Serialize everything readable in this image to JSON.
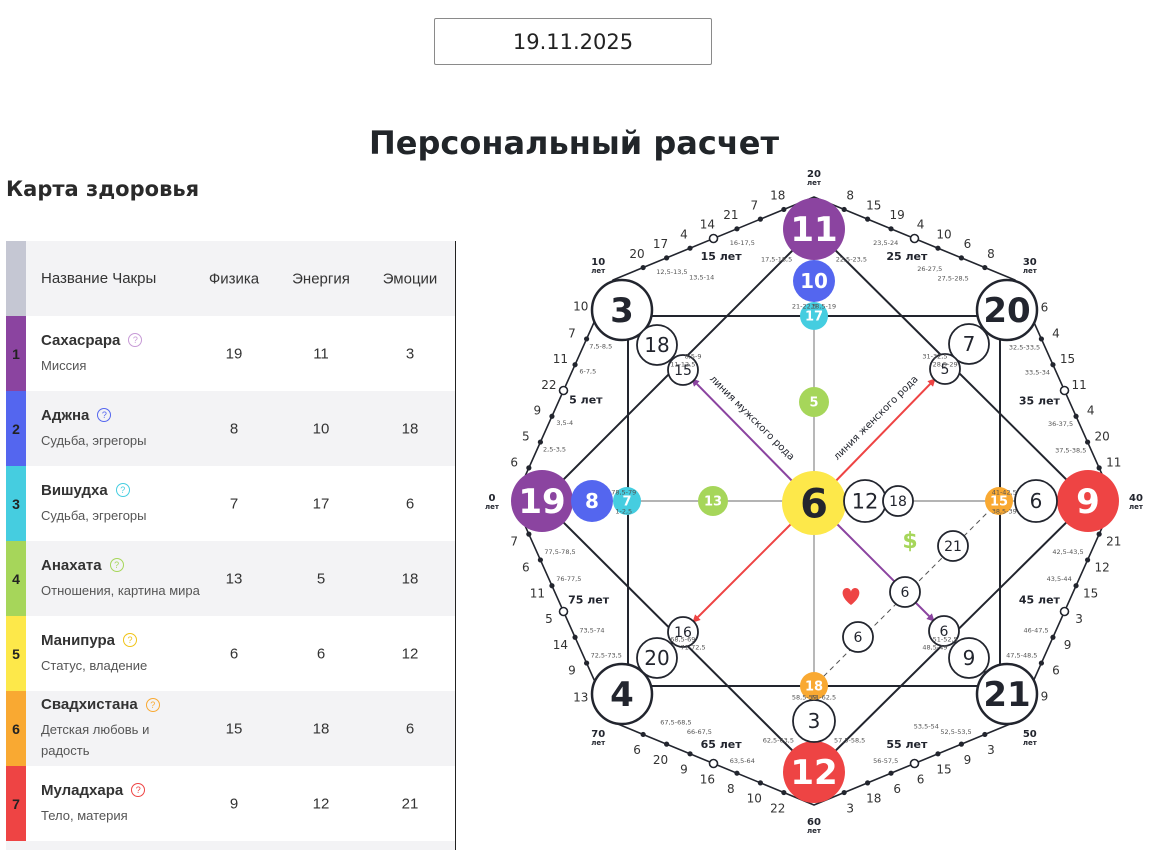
{
  "date_input": {
    "value": "19.11.2025"
  },
  "title": "Персональный расчет",
  "subtitle": "Карта здоровья",
  "table": {
    "headers": {
      "name": "Название Чакры",
      "physics": "Физика",
      "energy": "Энергия",
      "emotions": "Эмоции"
    },
    "header_color": "#c5c7d3",
    "rows": [
      {
        "num": "1",
        "name": "Сахасрара",
        "desc": "Миссия",
        "physics": "19",
        "energy": "11",
        "emotions": "3",
        "color": "#8b44a0",
        "help_color": "#c79ad6"
      },
      {
        "num": "2",
        "name": "Аджна",
        "desc": "Судьба, эгрегоры",
        "physics": "8",
        "energy": "10",
        "emotions": "18",
        "color": "#5466ef",
        "help_color": "#5466ef"
      },
      {
        "num": "3",
        "name": "Вишудха",
        "desc": "Судьба, эгрегоры",
        "physics": "7",
        "energy": "17",
        "emotions": "6",
        "color": "#45cde0",
        "help_color": "#45cde0"
      },
      {
        "num": "4",
        "name": "Анахата",
        "desc": "Отношения, картина мира",
        "physics": "13",
        "energy": "5",
        "emotions": "18",
        "color": "#a6d65a",
        "help_color": "#a6d65a"
      },
      {
        "num": "5",
        "name": "Манипура",
        "desc": "Статус, владение",
        "physics": "6",
        "energy": "6",
        "emotions": "12",
        "color": "#fde84a",
        "help_color": "#f0c419"
      },
      {
        "num": "6",
        "name": "Свадхистана",
        "desc": "Детская любовь и радость",
        "physics": "15",
        "energy": "18",
        "emotions": "6",
        "color": "#f9a932",
        "help_color": "#f9a932"
      },
      {
        "num": "7",
        "name": "Муладхара",
        "desc": "Тело, материя",
        "physics": "9",
        "energy": "12",
        "emotions": "21",
        "color": "#ee4444",
        "help_color": "#ee4444"
      }
    ]
  },
  "diagram": {
    "colors": {
      "purple": "#8b44a0",
      "blue": "#5466ef",
      "cyan": "#45cde0",
      "green": "#a6d65a",
      "yellow": "#fde84a",
      "orange": "#f9a932",
      "red": "#ee4444",
      "dark": "#22252e"
    },
    "nodes": {
      "center": "6",
      "top": "11",
      "bottom": "12",
      "left": "19",
      "right": "9",
      "corner_tl": "3",
      "corner_tr": "20",
      "corner_bl": "4",
      "corner_br": "21",
      "top_2": "10",
      "top_3": "17",
      "top_4": "5",
      "left_2": "8",
      "left_3": "7",
      "left_4": "13",
      "right_2": "6",
      "right_3": "15",
      "bottom_2": "3",
      "bottom_3": "18",
      "center_r1": "12",
      "center_r2": "18",
      "tl_2": "18",
      "tl_3": "15",
      "tr_2": "7",
      "tr_3": "5",
      "bl_2": "20",
      "bl_3": "16",
      "br_2": "9",
      "br_3": "6",
      "money_1": "21",
      "money_2": "6",
      "love": "6"
    },
    "icons": {
      "money": "$",
      "love": "heart-icon"
    },
    "male_line_label": "линия мужского рода",
    "female_line_label": "линия женского рода",
    "vertex_labels": [
      {
        "age": "0",
        "unit": "лет"
      },
      {
        "age": "10",
        "unit": "лет"
      },
      {
        "age": "20",
        "unit": "лет"
      },
      {
        "age": "30",
        "unit": "лет"
      },
      {
        "age": "40",
        "unit": "лет"
      },
      {
        "age": "50",
        "unit": "лет"
      },
      {
        "age": "60",
        "unit": "лет"
      },
      {
        "age": "70",
        "unit": "лет"
      }
    ],
    "segments": [
      {
        "values": [
          "6",
          "5",
          "9",
          "22",
          "11",
          "7",
          "10"
        ],
        "labels": [
          "1-2,5",
          "2,5-3,5",
          "3,5-4",
          "5 лет",
          "6-7,5",
          "7,5-8,5",
          "8,5-9"
        ]
      },
      {
        "values": [
          "20",
          "17",
          "4",
          "14",
          "21",
          "7",
          "18"
        ],
        "labels": [
          "11-12,5",
          "12,5-13,5",
          "13,5-14",
          "15 лет",
          "16-17,5",
          "17,5-18,5",
          "18,5-19"
        ]
      },
      {
        "values": [
          "8",
          "15",
          "19",
          "4",
          "10",
          "6",
          "8"
        ],
        "labels": [
          "21-22,5",
          "22,5-23,5",
          "23,5-24",
          "25 лет",
          "26-27,5",
          "27,5-28,5",
          "28,5-29"
        ]
      },
      {
        "values": [
          "6",
          "4",
          "15",
          "11",
          "4",
          "20",
          "11"
        ],
        "labels": [
          "31-32,5",
          "32,5-33,5",
          "33,5-34",
          "35 лет",
          "36-37,5",
          "37,5-38,5",
          "38,5-39"
        ]
      },
      {
        "values": [
          "21",
          "12",
          "15",
          "3",
          "9",
          "6",
          "9"
        ],
        "labels": [
          "41-42,5",
          "42,5-43,5",
          "43,5-44",
          "45 лет",
          "46-47,5",
          "47,5-48,5",
          "48,5-49"
        ]
      },
      {
        "values": [
          "3",
          "9",
          "15",
          "6",
          "6",
          "18",
          "3"
        ],
        "labels": [
          "51-52,5",
          "52,5-53,5",
          "53,5-54",
          "55 лет",
          "56-57,5",
          "57,5-58,5",
          "58,5-59"
        ]
      },
      {
        "values": [
          "22",
          "10",
          "8",
          "16",
          "9",
          "20",
          "6"
        ],
        "labels": [
          "61-62,5",
          "62,5-63,5",
          "63,5-64",
          "65 лет",
          "66-67,5",
          "67,5-68,5",
          "68,5-69"
        ]
      },
      {
        "values": [
          "13",
          "9",
          "14",
          "5",
          "11",
          "6",
          "7"
        ],
        "labels": [
          "71-72,5",
          "72,5-73,5",
          "73,5-74",
          "75 лет",
          "76-77,5",
          "77,5-78,5",
          "78,5-79"
        ]
      }
    ]
  }
}
